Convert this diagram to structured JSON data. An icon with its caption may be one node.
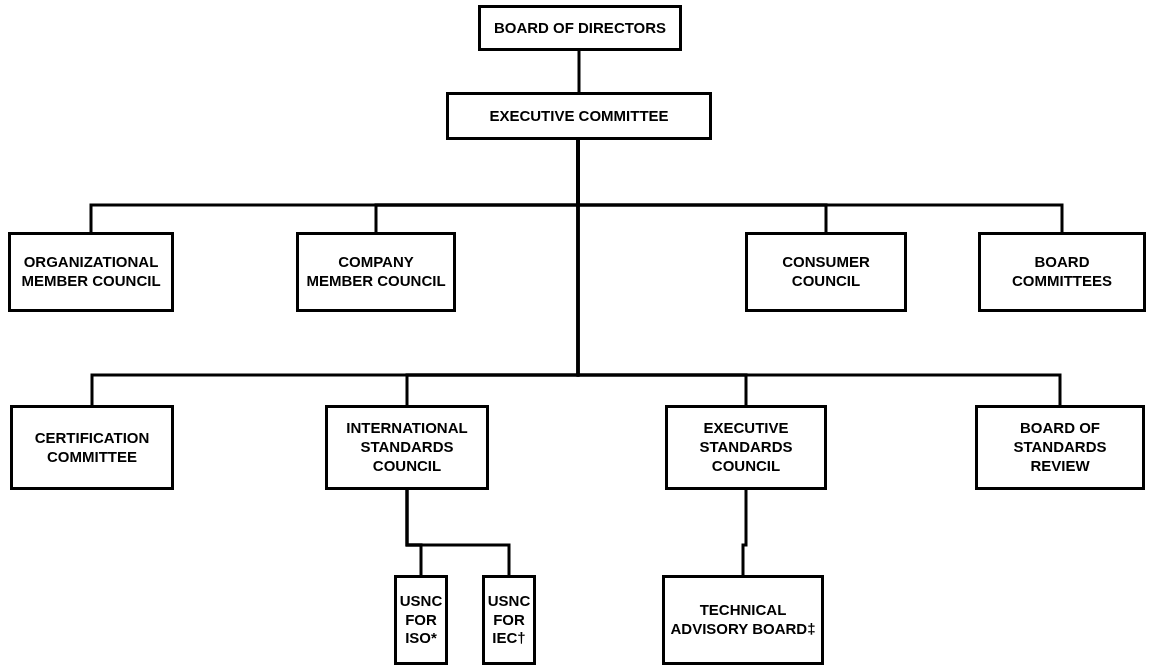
{
  "diagram": {
    "nodes": [
      {
        "text": [
          "BOARD OF DIRECTORS"
        ]
      },
      {
        "text": [
          "EXECUTIVE COMMITTEE"
        ]
      },
      {
        "text": [
          "ORGANIZATIONAL MEMBER COUNCIL"
        ]
      },
      {
        "text": [
          "COMPANY MEMBER COUNCIL"
        ]
      },
      {
        "text": [
          "CONSUMER COUNCIL"
        ]
      },
      {
        "text": [
          "BOARD COMMITTEES"
        ]
      },
      {
        "text": [
          "CERTIFICATION COMMITTEE"
        ]
      },
      {
        "text": [
          "INTERNATIONAL STANDARDS COUNCIL"
        ]
      },
      {
        "text": [
          "EXECUTIVE STANDARDS COUNCIL"
        ]
      },
      {
        "text": [
          "BOARD OF STANDARDS REVIEW"
        ]
      },
      {
        "text": [
          "USNC FOR ISO*"
        ]
      },
      {
        "text": [
          "USNC FOR IEC†"
        ]
      },
      {
        "text": [
          "TECHNICAL ADVISORY BOARD‡"
        ]
      }
    ],
    "edges": [
      {
        "from": 0,
        "to": 1,
        "arrow": "none"
      },
      {
        "from": 1,
        "to": 2,
        "arrow": "none"
      },
      {
        "from": 1,
        "to": 3,
        "arrow": "none"
      },
      {
        "from": 1,
        "to": 4,
        "arrow": "none"
      },
      {
        "from": 1,
        "to": 5,
        "arrow": "none"
      },
      {
        "from": 1,
        "to": 6,
        "arrow": "none"
      },
      {
        "from": 1,
        "to": 7,
        "arrow": "none"
      },
      {
        "from": 1,
        "to": 8,
        "arrow": "none"
      },
      {
        "from": 1,
        "to": 9,
        "arrow": "none"
      },
      {
        "from": 7,
        "to": 10,
        "arrow": "none"
      },
      {
        "from": 7,
        "to": 11,
        "arrow": "none"
      },
      {
        "from": 8,
        "to": 12,
        "arrow": "none"
      }
    ]
  }
}
